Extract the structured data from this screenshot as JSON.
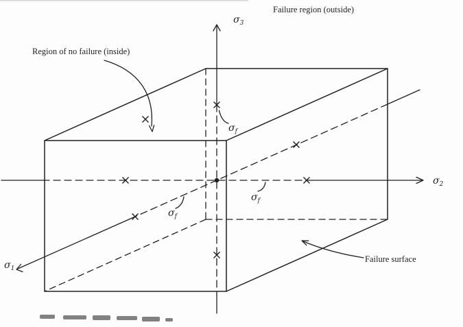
{
  "page": {
    "background": "#fdfdfd",
    "ink": "#1f1f1f"
  },
  "annotations": {
    "failure_region": "Failure region (outside)",
    "no_failure_region": "Region of no failure (inside)",
    "failure_surface": "Failure surface"
  },
  "axes": {
    "sigma": "σ",
    "sub1": "1",
    "sub2": "2",
    "sub3": "3"
  },
  "markers": {
    "sigma_f_symbol": "σ",
    "sigma_f_sub": "f"
  }
}
